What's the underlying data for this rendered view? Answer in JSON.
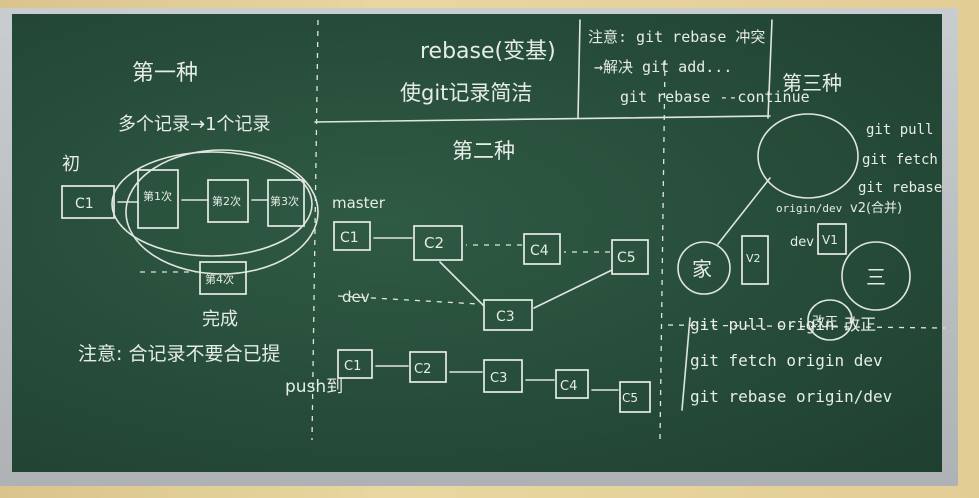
{
  "board": {
    "title_line1": "rebase(变基)",
    "title_line2": "使git记录简洁",
    "note_top": {
      "line1": "注意: git rebase 冲突",
      "line2": "→解决  git add...",
      "line3": "git rebase --continue"
    },
    "section1": {
      "heading": "第一种",
      "subtitle": "多个记录→1个记录",
      "origin_label": "初",
      "commit_c1": "C1",
      "commit_1": "第1次",
      "commit_2": "第2次",
      "commit_3": "第3次",
      "commit_final": "第4次",
      "complete_label": "完成"
    },
    "section2": {
      "heading": "第二种",
      "master_label": "master",
      "dev_label": "dev",
      "top_row": [
        "C1",
        "C2",
        "C4",
        "C5"
      ],
      "branch_commit": "C3",
      "bottom_row": [
        "C1",
        "C2",
        "C3",
        "C4",
        "C5"
      ],
      "note": "注意: 合记录不要合已提",
      "push_note": "push到"
    },
    "section3": {
      "heading": "第三种",
      "cmd_list": [
        "git pull",
        "git fetch",
        "git rebase",
        "v2(合并)"
      ],
      "remote_label": "origin/dev",
      "v1_label": "V1",
      "dev_label": "dev",
      "home_label": "家",
      "v2_label": "V2",
      "company_label": "三",
      "mark_label": "改正",
      "cmd_lines": [
        "git pull origin 改正",
        "git fetch origin dev",
        "git rebase origin/dev"
      ]
    }
  }
}
